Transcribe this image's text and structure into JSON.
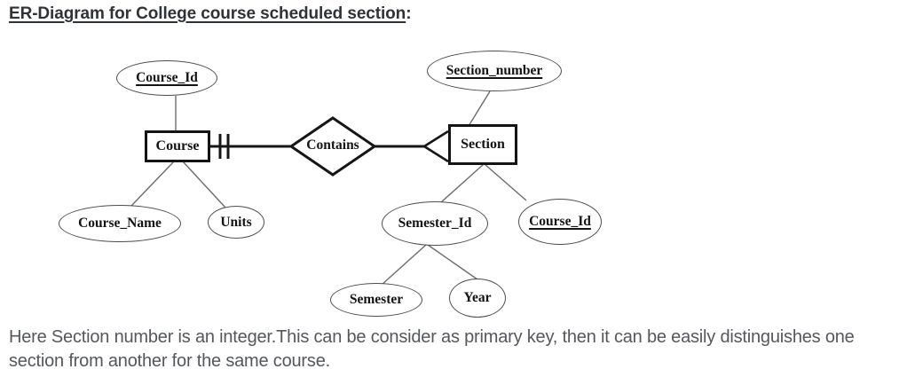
{
  "title": {
    "text": "ER-Diagram for College course scheduled section",
    "suffix": ":"
  },
  "diagram": {
    "entities": {
      "course": {
        "label": "Course"
      },
      "section": {
        "label": "Section"
      }
    },
    "relationship": {
      "label": "Contains",
      "cardinality_course_side": "one (double bar)",
      "cardinality_section_side": "many (crow's foot)"
    },
    "attributes": {
      "course_id": {
        "label": "Course_Id",
        "primary_key": true
      },
      "section_number": {
        "label": "Section_number",
        "primary_key": true
      },
      "course_name": {
        "label": "Course_Name",
        "primary_key": false
      },
      "units": {
        "label": "Units",
        "primary_key": false
      },
      "semester_id": {
        "label": "Semester_Id",
        "primary_key": false
      },
      "course_id_fk": {
        "label": "Course_Id",
        "primary_key": true
      },
      "semester": {
        "label": "Semester",
        "primary_key": false
      },
      "year": {
        "label": "Year",
        "primary_key": false
      }
    }
  },
  "note": {
    "lines": [
      "Here Section number is an integer.This can be consider as primary key, then it can be easily distinguishes one",
      "section from another for the same course."
    ]
  },
  "colors": {
    "ink": "#161616",
    "ellipse_stroke": "#4d4d4d",
    "connector": "#6b6b6b",
    "title_text": "#2f3337",
    "note_text": "#54575c",
    "background": "#ffffff"
  }
}
